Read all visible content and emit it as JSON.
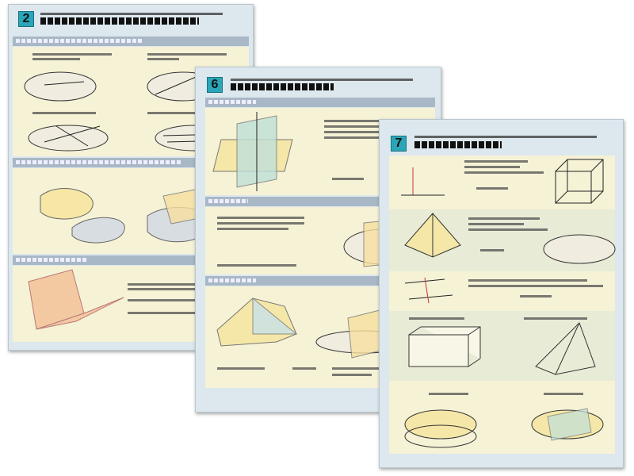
{
  "posters": [
    {
      "number": "2"
    },
    {
      "number": "6"
    },
    {
      "number": "7"
    }
  ],
  "colors": {
    "badge": "#2aa6b8",
    "section_bar": "#a9b8c6",
    "panel": "#f6f2d6",
    "frame": "#dde8ee"
  }
}
